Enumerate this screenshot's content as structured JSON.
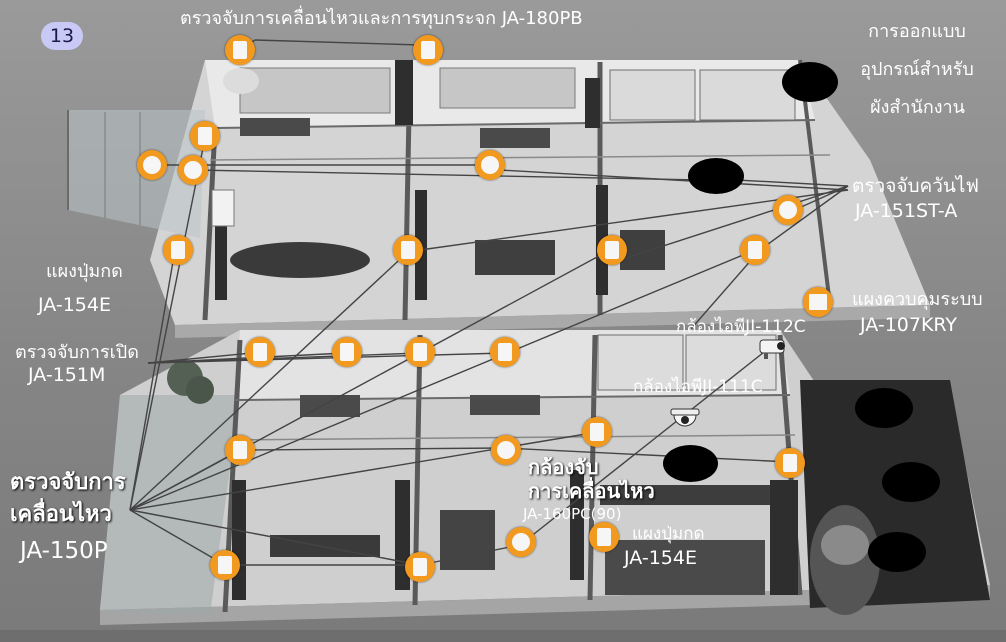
{
  "page_number": "13",
  "labels": {
    "motion_glass": "ตรวจจับการเคลื่อนไหวและการทุบกระจก JA-180PB",
    "design_line1": "การออกแบบ",
    "design_line2": "อุปกรณ์สำหรับ",
    "design_line3": "ผังสำนักงาน",
    "smoke_line1": "ตรวจจับควันไฟ",
    "smoke_line2": "JA-151ST-A",
    "keypad_line1": "แผงปุ่มกด",
    "keypad_line2": "JA-154E",
    "open_line1": "ตรวจจับการเปิด",
    "open_line2": "JA-151M",
    "control_line1": "แผงควบคุมระบบ",
    "control_line2": "JA-107KRY",
    "wifi_cam1": "กล้องไอพีJI-112C",
    "wifi_cam2": "กล้องไอพีJI-111C",
    "pir_line1": "ตรวจจับการ",
    "pir_line2": "เคลื่อนไหว",
    "pir_line3": "JA-150P",
    "cam_motion_line1": "กล้องจับ",
    "cam_motion_line2": "การเคลื่อนไหว",
    "cam_motion_line3": "JA-160PC(90)",
    "keypad2_line1": "แผงปุ่มกด",
    "keypad2_line2": "JA-154E"
  },
  "colors": {
    "device_orange": "#f29a1f",
    "badge_bg": "#c9c9f5",
    "label_text": "#ffffff"
  },
  "icons": {
    "motion_sensor": "motion-sensor-icon",
    "smoke_detector": "smoke-detector-icon",
    "door_sensor": "door-sensor-icon",
    "keypad": "keypad-icon",
    "control_panel": "control-panel-icon",
    "ip_camera": "ip-camera-icon",
    "dome_camera": "dome-camera-icon"
  }
}
